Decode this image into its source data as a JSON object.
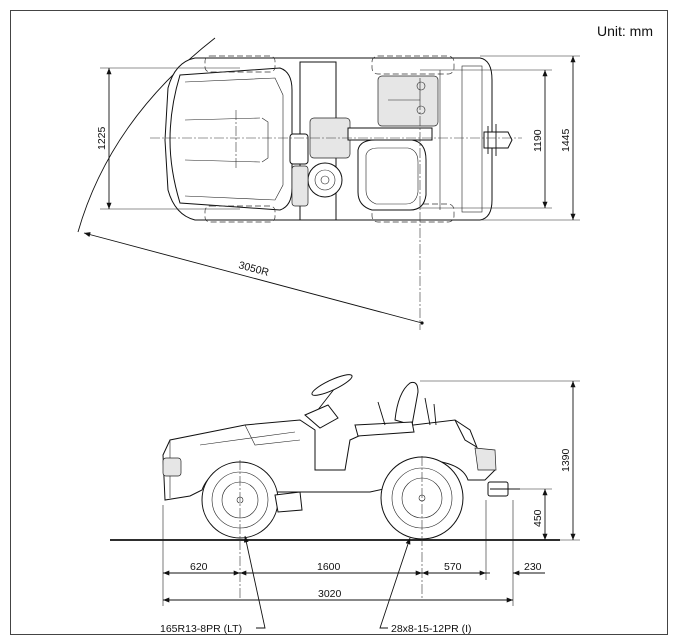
{
  "unit_label": "Unit: mm",
  "top_view": {
    "turning_radius": "3050R",
    "front_track": "1225",
    "rear_track": "1190",
    "overall_width": "1445"
  },
  "side_view": {
    "overall_height": "1390",
    "hitch_height": "450",
    "front_overhang": "620",
    "wheelbase": "1600",
    "rear_overhang": "570",
    "hitch_overhang": "230",
    "overall_length": "3020",
    "front_tire": "165R13-8PR (LT)",
    "rear_tire": "28x8-15-12PR (I)"
  }
}
